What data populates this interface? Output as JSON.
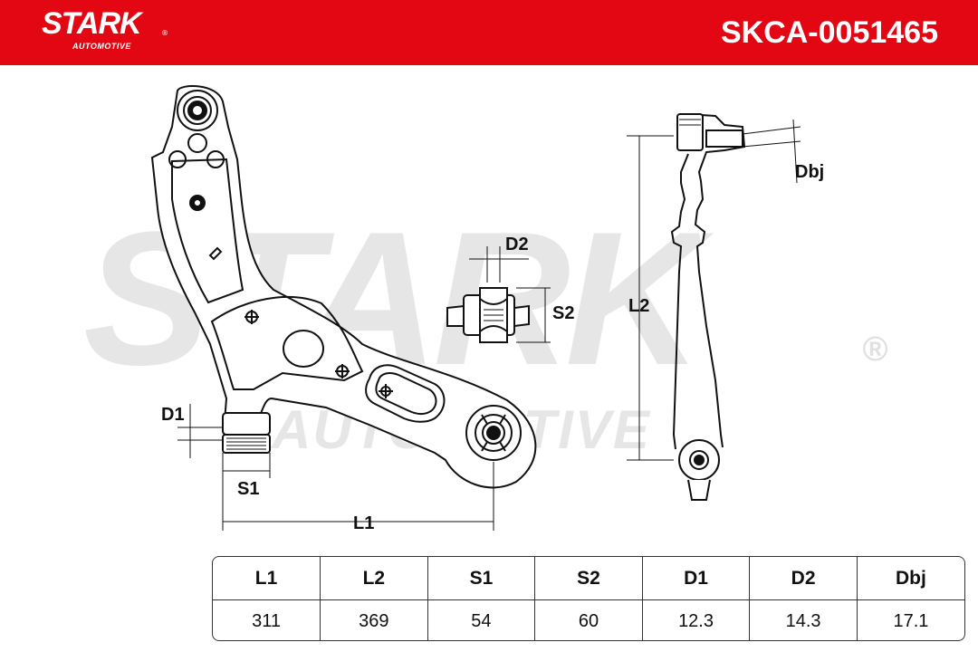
{
  "header": {
    "brand_name": "STARK",
    "brand_sub": "AUTOMOTIVE",
    "brand_reg": "®",
    "part_number": "SKCA-0051465",
    "background_color": "#e30613"
  },
  "watermark": {
    "main": "STARK",
    "sub": "AUTOMOTIVE",
    "reg": "®"
  },
  "dimensions": {
    "D2": "D2",
    "S2": "S2",
    "L2": "L2",
    "Dbj": "Dbj",
    "D1": "D1",
    "S1": "S1",
    "L1": "L1"
  },
  "spec_table": {
    "headers": [
      "L1",
      "L2",
      "S1",
      "S2",
      "D1",
      "D2",
      "Dbj"
    ],
    "values": [
      "311",
      "369",
      "54",
      "60",
      "12.3",
      "14.3",
      "17.1"
    ]
  }
}
